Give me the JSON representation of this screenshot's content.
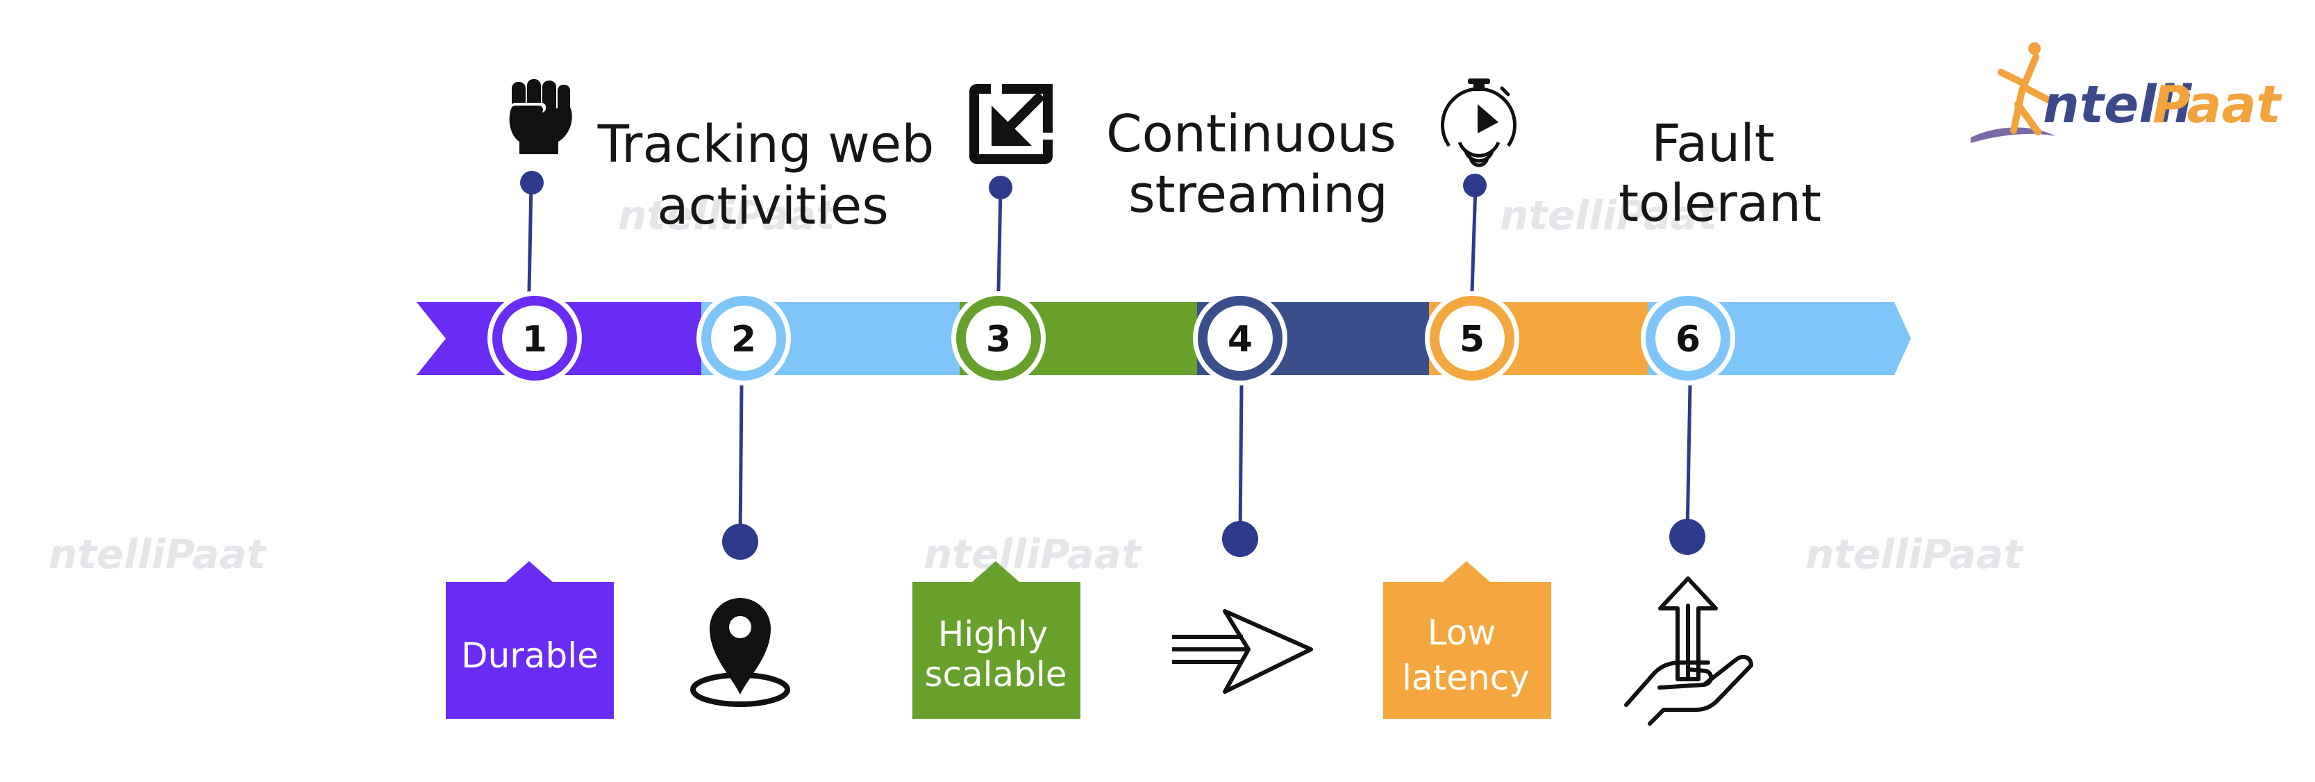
{
  "brand": {
    "logo_text_1": "ntelli",
    "logo_text_2": "Paat",
    "color_primary": "#3c4a8c",
    "color_accent": "#f3a23c",
    "watermark_text": "ntelliPaat"
  },
  "timeline": {
    "arrow_colors": [
      "#6a2cf5",
      "#7ec6fa",
      "#67a12c",
      "#3a4e8c",
      "#f4a73e",
      "#7ec6fa"
    ],
    "connector_color": "#2e3a8c",
    "steps": [
      {
        "number": "1",
        "ring_color": "#6a2cf5"
      },
      {
        "number": "2",
        "ring_color": "#7ec6fa"
      },
      {
        "number": "3",
        "ring_color": "#67a12c"
      },
      {
        "number": "4",
        "ring_color": "#3a4e8c"
      },
      {
        "number": "5",
        "ring_color": "#f4a73e"
      },
      {
        "number": "6",
        "ring_color": "#7ec6fa"
      }
    ]
  },
  "labels": {
    "tracking_line1": "Tracking web",
    "tracking_line2": "activities",
    "streaming_line1": "Continuous",
    "streaming_line2": "streaming",
    "fault_line1": "Fault",
    "fault_line2": "tolerant"
  },
  "tags": {
    "durable": {
      "text": "Durable",
      "color": "#6a2cf5"
    },
    "scalable": {
      "line1": "Highly",
      "line2": "scalable",
      "color": "#67a12c"
    },
    "latency": {
      "line1": "Low",
      "line2": "latency",
      "color": "#f4a73e"
    }
  },
  "icons": {
    "step1": "fist-icon",
    "step2": "location-pin-icon",
    "step3": "compress-arrows-icon",
    "step4": "fast-arrow-icon",
    "step5": "stopwatch-icon",
    "step6": "hand-upload-icon"
  }
}
